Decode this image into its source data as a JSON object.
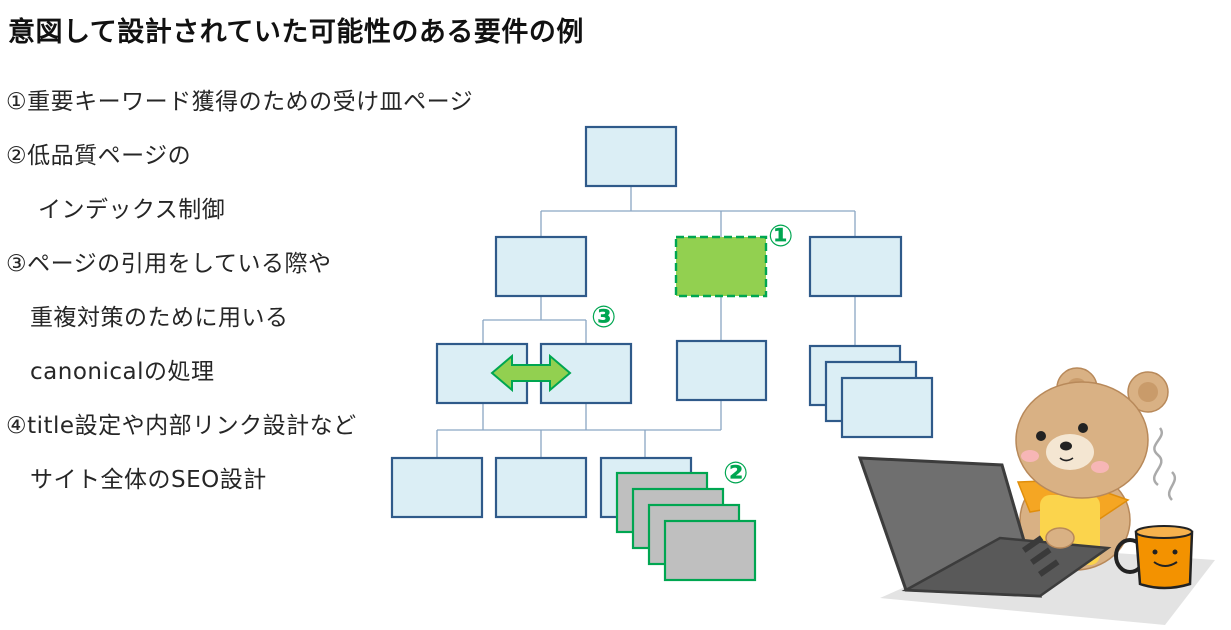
{
  "title": "意図して設計されていた可能性のある要件の例",
  "requirements": [
    "①重要キーワード獲得のための受け皿ページ",
    "②低品質ページの",
    "インデックス制御",
    "③ページの引用をしている際や",
    "重複対策のために用いる",
    "canonicalの処理",
    "④title設定や内部リンク設計など",
    "サイト全体のSEO設計"
  ],
  "badges": {
    "one": "①",
    "two": "②",
    "three": "③"
  },
  "colors": {
    "box_fill": "#dbeef5",
    "box_stroke": "#2f5a8a",
    "line": "#8aa6c4",
    "highlight_fill": "#92d050",
    "accent_green": "#00a651",
    "gray_page": "#bfbfbf"
  },
  "icons": {
    "illustration": "bear-with-laptop-and-coffee-mug"
  }
}
